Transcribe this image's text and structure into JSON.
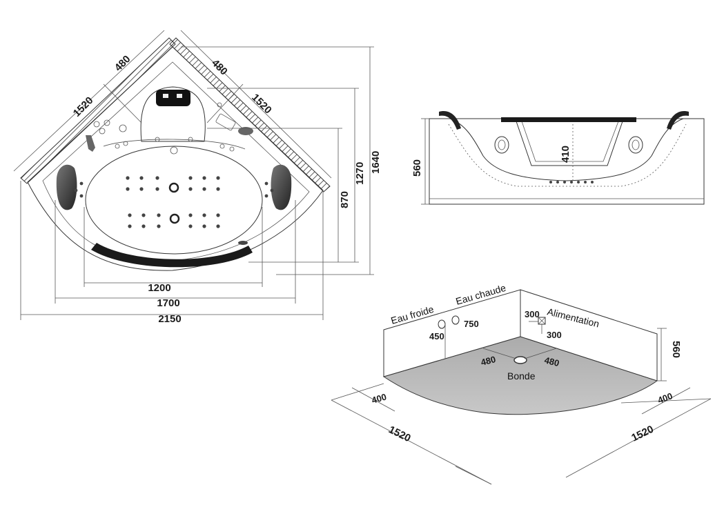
{
  "top_view": {
    "dims": {
      "side_left": "480",
      "side_right": "480",
      "diag_left": "1520",
      "diag_right": "1520",
      "width_inner": "1200",
      "width_mid": "1700",
      "width_total": "2150",
      "height_inner": "870",
      "height_mid": "1270",
      "height_total": "1640"
    }
  },
  "side_view": {
    "dims": {
      "height": "560",
      "depth": "410"
    }
  },
  "install_view": {
    "labels": {
      "cold_water": "Eau froide",
      "hot_water": "Eau chaude",
      "power": "Alimentation",
      "drain": "Bonde"
    },
    "dims": {
      "cold_height": "450",
      "hot_offset": "750",
      "power_x": "300",
      "power_y": "300",
      "wall_height": "560",
      "drain_left": "480",
      "drain_right": "480",
      "base_left": "400",
      "base_right": "400",
      "side_left": "1520",
      "side_right": "1520"
    }
  }
}
